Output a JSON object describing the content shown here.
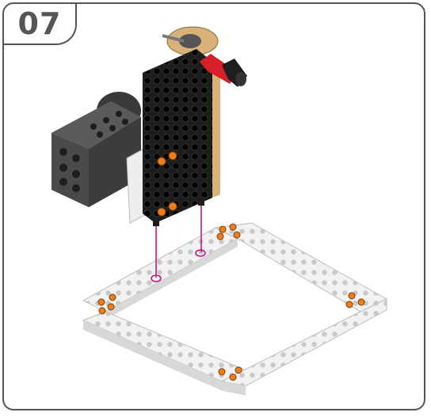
{
  "step": {
    "number": "07"
  },
  "colors": {
    "frame": "#555555",
    "beam_black": "#1c1c1c",
    "connector_orange": "#f07d1a",
    "peg_magenta": "#c2187d",
    "axle_red": "#d61f26",
    "plate_white": "#f2f2f2",
    "motor_gray": "#4a4a4a",
    "gear_tan": "#d9b27a"
  },
  "icons": {
    "frame": "rounded-frame",
    "assembly": "motor-plate-assembly",
    "base": "square-frame-base",
    "guides": "insertion-guide-lines"
  }
}
